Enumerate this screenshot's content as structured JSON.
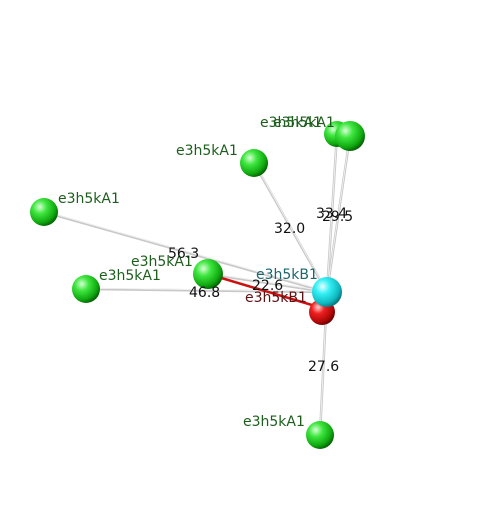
{
  "colors": {
    "green_atom": "#1fd31f",
    "cyan_atom": "#1fe6ee",
    "red_atom": "#e01010",
    "bond_grey": "#c8c8c8",
    "bond_red": "#cc1111"
  },
  "atoms": [
    {
      "id": "cyan",
      "label": "e3h5kB1",
      "color": "cyan"
    },
    {
      "id": "red",
      "label": "e3h5kB1",
      "color": "red"
    },
    {
      "id": "g_top1",
      "label": "e3h5kA1",
      "color": "green"
    },
    {
      "id": "g_top2",
      "label": "e3h5kA1",
      "color": "green"
    },
    {
      "id": "g_upper",
      "label": "e3h5kA1",
      "color": "green"
    },
    {
      "id": "g_left",
      "label": "e3h5kA1",
      "color": "green"
    },
    {
      "id": "g_mid",
      "label": "e3h5kA1",
      "color": "green"
    },
    {
      "id": "g_lowleft",
      "label": "e3h5kA1",
      "color": "green"
    },
    {
      "id": "g_bottom",
      "label": "e3h5kA1",
      "color": "green"
    }
  ],
  "bonds": [
    {
      "from": "cyan",
      "to": "g_top1",
      "distance": "33.4"
    },
    {
      "from": "cyan",
      "to": "g_top2",
      "distance": "29.5"
    },
    {
      "from": "cyan",
      "to": "g_upper",
      "distance": "32.0"
    },
    {
      "from": "cyan",
      "to": "g_left",
      "distance": "56.3"
    },
    {
      "from": "cyan",
      "to": "g_mid",
      "distance": "22.6"
    },
    {
      "from": "cyan",
      "to": "g_lowleft",
      "distance": "46.8"
    },
    {
      "from": "cyan",
      "to": "g_bottom",
      "distance": "27.6"
    }
  ]
}
